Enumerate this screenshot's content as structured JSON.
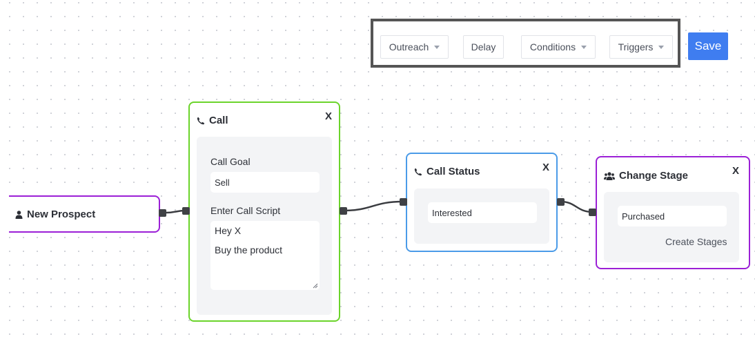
{
  "toolbar": {
    "outreach_label": "Outreach",
    "delay_label": "Delay",
    "conditions_label": "Conditions",
    "triggers_label": "Triggers",
    "save_label": "Save"
  },
  "nodes": {
    "new_prospect": {
      "title": "New Prospect",
      "icon": "user-icon",
      "border_color": "#9b1fd6"
    },
    "call": {
      "title": "Call",
      "icon": "phone-icon",
      "close": "X",
      "border_color": "#6bd42a",
      "goal_label": "Call Goal",
      "goal_value": "Sell",
      "script_label": "Enter Call Script",
      "script_lines": [
        "Hey X",
        "Buy the product"
      ]
    },
    "call_status": {
      "title": "Call Status",
      "icon": "phone-icon",
      "close": "X",
      "border_color": "#4a9be8",
      "status_value": "Interested"
    },
    "change_stage": {
      "title": "Change Stage",
      "icon": "users-icon",
      "close": "X",
      "border_color": "#9b1fd6",
      "stage_value": "Purchased",
      "create_link": "Create Stages"
    }
  }
}
